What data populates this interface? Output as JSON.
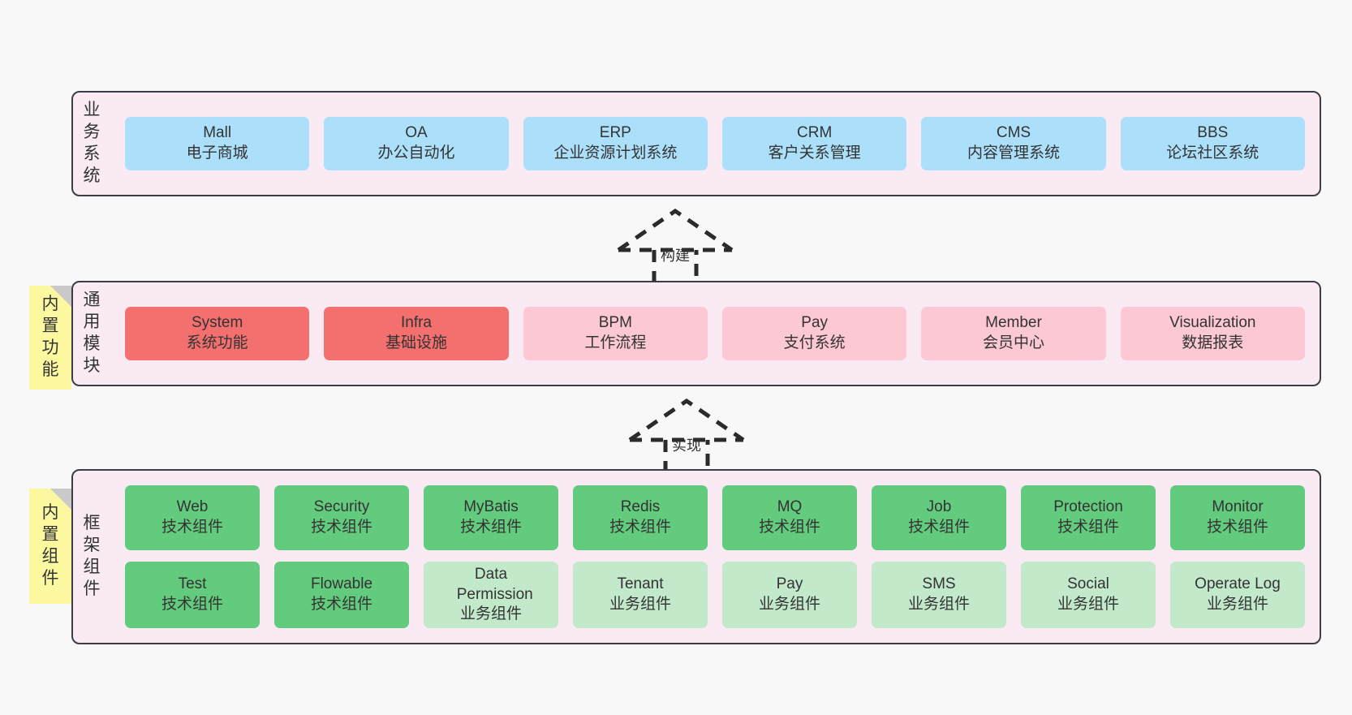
{
  "diagram": {
    "background": "#f8f8f8",
    "container_fill": "#f9eaf4",
    "container_border": "#3d3d47",
    "colors": {
      "business": "#ace0fa",
      "module_active": "#f4706f",
      "module_plain": "#fbc8d4",
      "tech_component": "#63cb7d",
      "biz_component": "#c3e9cb",
      "note": "#fbf8a0",
      "note_fold": "#c9c9c9"
    }
  },
  "sections": {
    "business": {
      "title": "业务系统",
      "title_chars": [
        "业",
        "务",
        "系",
        "统"
      ],
      "cards": [
        {
          "en": "Mall",
          "cn": "电子商城"
        },
        {
          "en": "OA",
          "cn": "办公自动化"
        },
        {
          "en": "ERP",
          "cn": "企业资源计划系统"
        },
        {
          "en": "CRM",
          "cn": "客户关系管理"
        },
        {
          "en": "CMS",
          "cn": "内容管理系统"
        },
        {
          "en": "BBS",
          "cn": "论坛社区系统"
        }
      ]
    },
    "modules": {
      "title": "通用模块",
      "title_chars": [
        "通",
        "用",
        "模",
        "块"
      ],
      "note": "内置功能",
      "note_chars": [
        "内",
        "置",
        "功",
        "能"
      ],
      "cards": [
        {
          "en": "System",
          "cn": "系统功能",
          "style": "c-red"
        },
        {
          "en": "Infra",
          "cn": "基础设施",
          "style": "c-red"
        },
        {
          "en": "BPM",
          "cn": "工作流程",
          "style": "c-pink"
        },
        {
          "en": "Pay",
          "cn": "支付系统",
          "style": "c-pink"
        },
        {
          "en": "Member",
          "cn": "会员中心",
          "style": "c-pink"
        },
        {
          "en": "Visualization",
          "cn": "数据报表",
          "style": "c-pink"
        }
      ]
    },
    "framework": {
      "title": "框架组件",
      "title_chars": [
        "框",
        "架",
        "组",
        "件"
      ],
      "note": "内置组件",
      "note_chars": [
        "内",
        "置",
        "组",
        "件"
      ],
      "row1": [
        {
          "en": "Web",
          "cn": "技术组件",
          "style": "c-green"
        },
        {
          "en": "Security",
          "cn": "技术组件",
          "style": "c-green"
        },
        {
          "en": "MyBatis",
          "cn": "技术组件",
          "style": "c-green"
        },
        {
          "en": "Redis",
          "cn": "技术组件",
          "style": "c-green"
        },
        {
          "en": "MQ",
          "cn": "技术组件",
          "style": "c-green"
        },
        {
          "en": "Job",
          "cn": "技术组件",
          "style": "c-green"
        },
        {
          "en": "Protection",
          "cn": "技术组件",
          "style": "c-green"
        },
        {
          "en": "Monitor",
          "cn": "技术组件",
          "style": "c-green"
        }
      ],
      "row2": [
        {
          "en": "Test",
          "cn": "技术组件",
          "style": "c-green"
        },
        {
          "en": "Flowable",
          "cn": "技术组件",
          "style": "c-green"
        },
        {
          "en": "Data Permission",
          "cn": "业务组件",
          "style": "c-greenlight"
        },
        {
          "en": "Tenant",
          "cn": "业务组件",
          "style": "c-greenlight"
        },
        {
          "en": "Pay",
          "cn": "业务组件",
          "style": "c-greenlight"
        },
        {
          "en": "SMS",
          "cn": "业务组件",
          "style": "c-greenlight"
        },
        {
          "en": "Social",
          "cn": "业务组件",
          "style": "c-greenlight"
        },
        {
          "en": "Operate Log",
          "cn": "业务组件",
          "style": "c-greenlight"
        }
      ]
    }
  },
  "arrows": [
    {
      "label": "构建",
      "name": "arrow-build"
    },
    {
      "label": "实现",
      "name": "arrow-implement"
    }
  ]
}
